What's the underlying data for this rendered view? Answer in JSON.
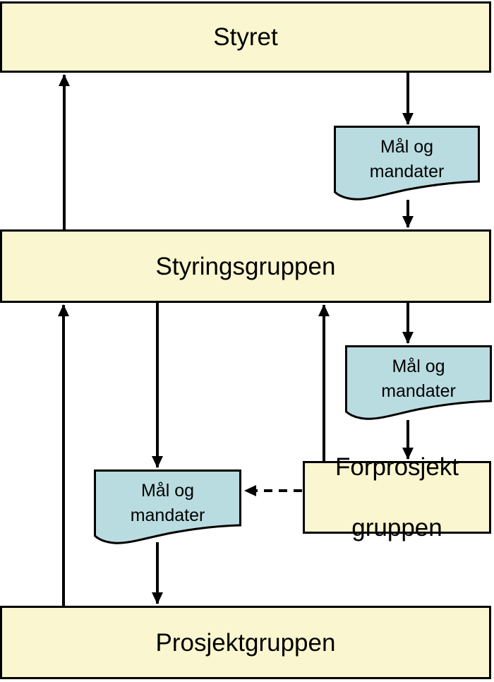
{
  "colors": {
    "canvas-bg": "#FFFFFF",
    "node-fill": "#FAF6CF",
    "doc-fill": "#B9DCE0",
    "stroke": "#000000"
  },
  "nodes": {
    "styret": {
      "label": "Styret"
    },
    "styringsgruppen": {
      "label": "Styringsgruppen"
    },
    "forprosjektgruppen": {
      "line1": "Forprosjekt",
      "line2": "gruppen"
    },
    "prosjektgruppen": {
      "label": "Prosjektgruppen"
    }
  },
  "documents": {
    "styret_to_styringsgruppen": {
      "line1": "Mål og",
      "line2": "mandater"
    },
    "styringsgruppen_to_forprosjekt": {
      "line1": "Mål og",
      "line2": "mandater"
    },
    "styringsgruppen_to_prosjekt": {
      "line1": "Mål og",
      "line2": "mandater"
    }
  }
}
